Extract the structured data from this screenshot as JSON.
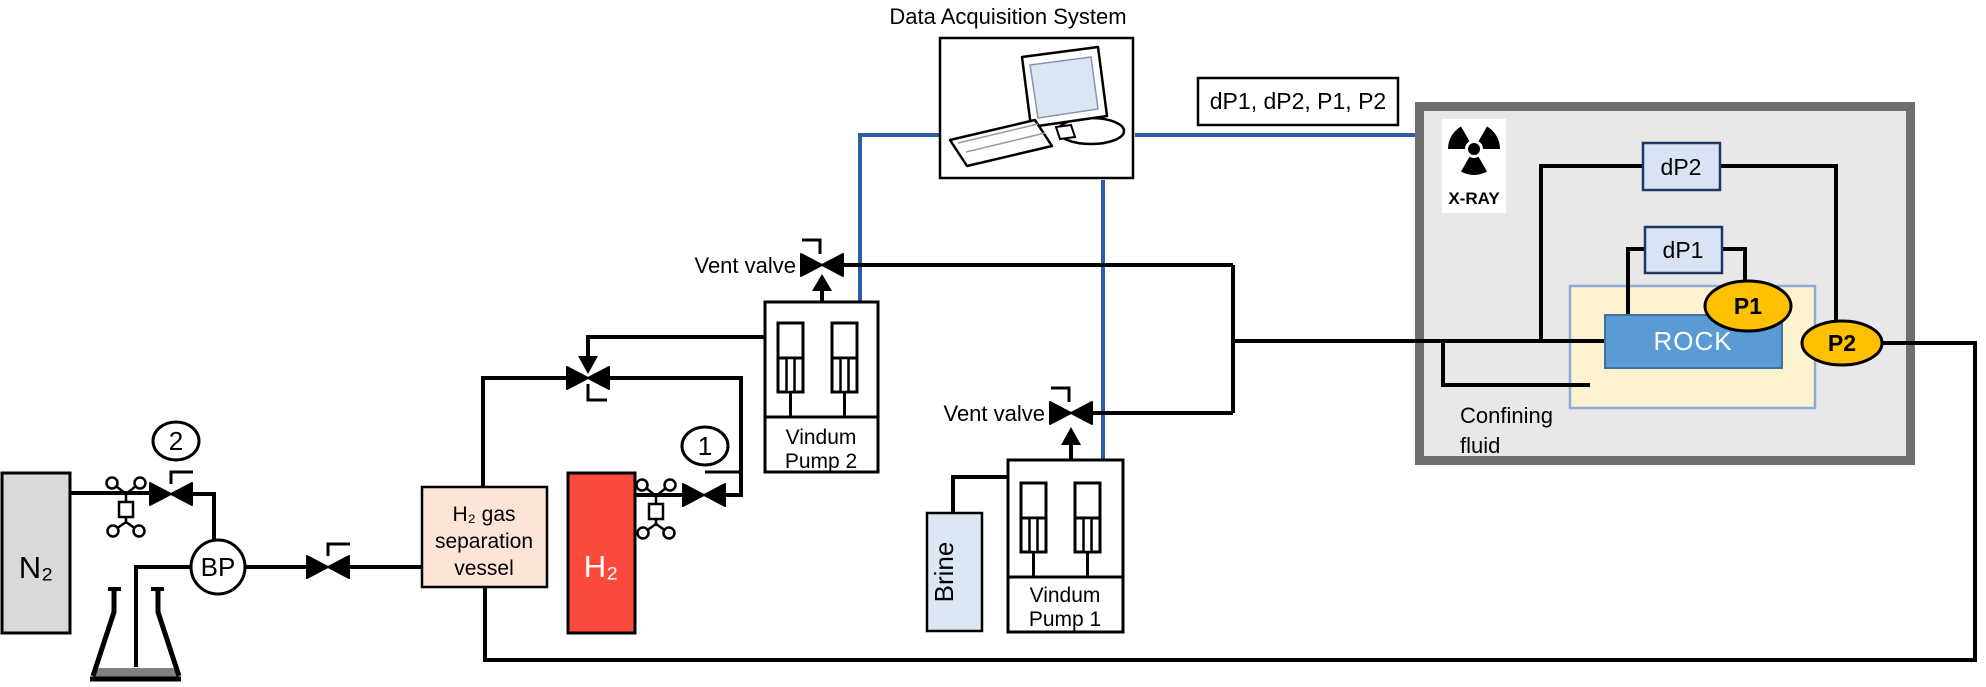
{
  "colors": {
    "blue_line": "#2f5ca8",
    "n2_fill": "#d9d9d9",
    "h2_fill": "#fb4a3c",
    "sep_vessel_fill": "#fce4d6",
    "brine_fill": "#dbe8f4",
    "dp_box_fill": "#dae3f3",
    "gauge_fill": "#ffc000",
    "rock_fill": "#5b9bd5",
    "holder_fill": "#fdf2cf",
    "enclosure_fill": "#e9e8e8",
    "enclosure_border": "#6f6f6f"
  },
  "daq": {
    "title": "Data Acquisition System",
    "signals_label": "dP1, dP2, P1, P2"
  },
  "valves": {
    "vent_valve_2": "Vent valve",
    "vent_valve_1": "Vent valve",
    "num_1": "1",
    "num_2": "2"
  },
  "vessels": {
    "n2": "N₂",
    "h2": "H₂",
    "brine": "Brine",
    "sep_line1": "H₂ gas",
    "sep_line2": "separation",
    "sep_line3": "vessel",
    "bp": "BP"
  },
  "pumps": {
    "pump2_line1": "Vindum",
    "pump2_line2": "Pump 2",
    "pump1_line1": "Vindum",
    "pump1_line2": "Pump 1"
  },
  "core": {
    "xray": "X-RAY",
    "dp2": "dP2",
    "dp1": "dP1",
    "p1": "P1",
    "p2": "P2",
    "rock": "ROCK",
    "confining_line1": "Confining",
    "confining_line2": "fluid"
  }
}
